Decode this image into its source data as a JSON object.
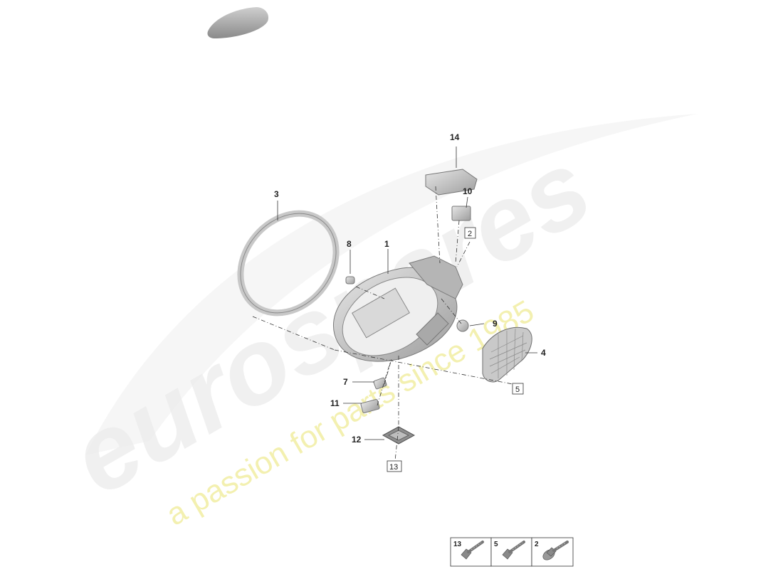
{
  "watermark": {
    "brand": "eurospares",
    "tagline": "a passion for parts since 1985"
  },
  "callouts": [
    "1",
    "2",
    "3",
    "4",
    "5",
    "7",
    "8",
    "9",
    "10",
    "11",
    "12",
    "13",
    "14"
  ],
  "boxed_refs": [
    "2",
    "5",
    "13"
  ],
  "hardware_legend": [
    "13",
    "5",
    "2"
  ],
  "colors": {
    "line": "#333333",
    "part": "#bdbdbd",
    "watermark_text": "#ececec",
    "watermark_tagline": "#f3f0b0"
  }
}
